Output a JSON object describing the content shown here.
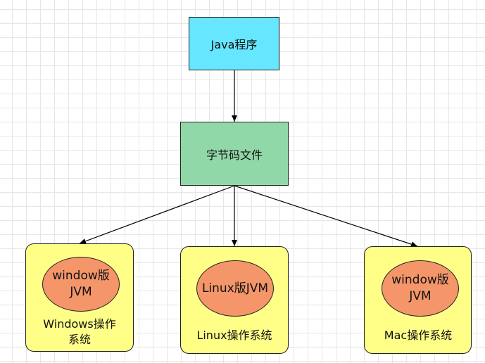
{
  "diagram": {
    "root": {
      "label": "Java程序",
      "color": "#66e6ff"
    },
    "middle": {
      "label": "字节码文件",
      "color": "#91d8a8"
    },
    "platforms": [
      {
        "jvm_label": "window版JVM",
        "os_label": "Windows操作系统"
      },
      {
        "jvm_label": "Linux版JVM",
        "os_label": "Linux操作系统"
      },
      {
        "jvm_label": "window版JVM",
        "os_label": "Mac操作系统"
      }
    ],
    "colors": {
      "os_box": "#ffff88",
      "jvm_ellipse": "#f4966a",
      "edge": "#000000"
    },
    "edges": [
      {
        "from": "Java程序",
        "to": "字节码文件"
      },
      {
        "from": "字节码文件",
        "to": "window版JVM"
      },
      {
        "from": "字节码文件",
        "to": "Linux版JVM"
      },
      {
        "from": "字节码文件",
        "to": "window版JVM"
      }
    ]
  }
}
